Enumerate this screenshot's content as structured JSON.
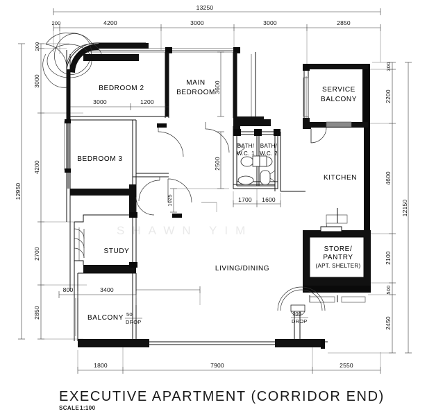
{
  "drawing": {
    "title": "EXECUTIVE APARTMENT (CORRIDOR END)",
    "scale_label": "SCALE",
    "scale_value": "1:100",
    "watermark": "SHAWN YIM",
    "line_color": "#111111",
    "wall_fill": "#0a0a0a",
    "watermark_color": "#e9e9e9"
  },
  "rooms": {
    "bedroom2": "BEDROOM 2",
    "main_bedroom_line1": "MAIN",
    "main_bedroom_line2": "BEDROOM",
    "bedroom3": "BEDROOM 3",
    "service_balcony_line1": "SERVICE",
    "service_balcony_line2": "BALCONY",
    "bath1_line1": "BATH/",
    "bath1_line2": "W.C. 1",
    "bath2_line1": "BATH/",
    "bath2_line2": "W.C. 2",
    "kitchen": "KITCHEN",
    "store_line1": "STORE/",
    "store_line2": "PANTRY",
    "store_line3": "(APT. SHELTER)",
    "study": "STUDY",
    "living_dining": "LIVING/DINING",
    "balcony": "BALCONY"
  },
  "notes": {
    "balcony_drop_value": "50",
    "balcony_drop_label": "DROP",
    "entry_drop_value": "100",
    "entry_drop_label": "DROP"
  },
  "dimensions": {
    "top_overall": "13250",
    "top_chain": [
      "200",
      "4200",
      "3000",
      "3000",
      "2850"
    ],
    "left_overall": "12950",
    "left_chain": [
      "200",
      "3000",
      "4200",
      "2700",
      "2850"
    ],
    "right_overall": "12150",
    "right_chain": [
      "300",
      "2200",
      "4600",
      "2100",
      "500",
      "2450"
    ],
    "bottom_chain": [
      "1800",
      "7900",
      "2550"
    ],
    "interior": {
      "bedroom_row": [
        "3000",
        "1200"
      ],
      "main_bedroom_depth": "3600",
      "bath_depth": "2500",
      "bath_widths": [
        "1700",
        "1600"
      ],
      "mid_vertical": "1025",
      "study_row": [
        "800",
        "3400"
      ]
    }
  }
}
